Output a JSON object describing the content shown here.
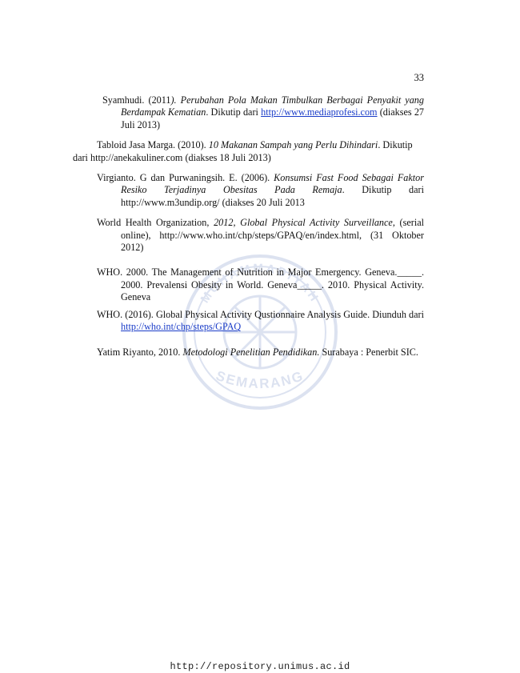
{
  "page": {
    "number": "33"
  },
  "watermark": {
    "text": "SEMARANG",
    "arc_text": "MUHAMMADIYAH",
    "color": "#2a4fa8"
  },
  "references": [
    {
      "prefix": "Syamhudi. (2011",
      "title": "). Perubahan Pola Makan Timbulkan Berbagai Penyakit yang Berdampak Kematian",
      "mid": ". Dikutip dari ",
      "link": "http://www.mediaprofesi.com",
      "suffix": " (diakses 27 Juli 2013)"
    },
    {
      "prefix": "Tabloid Jasa Marga. (2010). ",
      "title": "10 Makanan Sampah yang Perlu Dihindari",
      "suffix": ". Dikutip",
      "cont": "dari http://anekakuliner.com (diakses 18 Juli 2013)"
    },
    {
      "prefix": "Virgianto. G dan Purwaningsih. E. (2006). ",
      "title": "Konsumsi Fast Food Sebagai Faktor Resiko Terjadinya Obesitas Pada Remaja",
      "suffix": ". Dikutip dari http://www.m3undip.org/ (diakses 20 Juli 2013"
    },
    {
      "prefix": "World Health Organization, ",
      "title": "2012, Global Physical Activity Surveillance",
      "suffix": ", (serial online), http://www.who.int/chp/steps/GPAQ/en/index.html, (31 Oktober 2012)"
    },
    {
      "text": "WHO. 2000. The Management of Nutrition in Major Emergency. Geneva._____. 2000. Prevalensi Obesity in World. Geneva_____. 2010. Physical Activity. Geneva"
    },
    {
      "prefix": "WHO. (2016). Global Physical Activity Qustionnaire Analysis Guide. Diunduh dari  ",
      "link": "http://who.int/chp/steps/GPAQ"
    },
    {
      "prefix": "Yatim Riyanto, 2010. ",
      "title": "Metodologi Penelitian Pendidikan.",
      "suffix": " Surabaya : Penerbit SIC."
    }
  ],
  "footer": {
    "url": "http://repository.unimus.ac.id"
  }
}
